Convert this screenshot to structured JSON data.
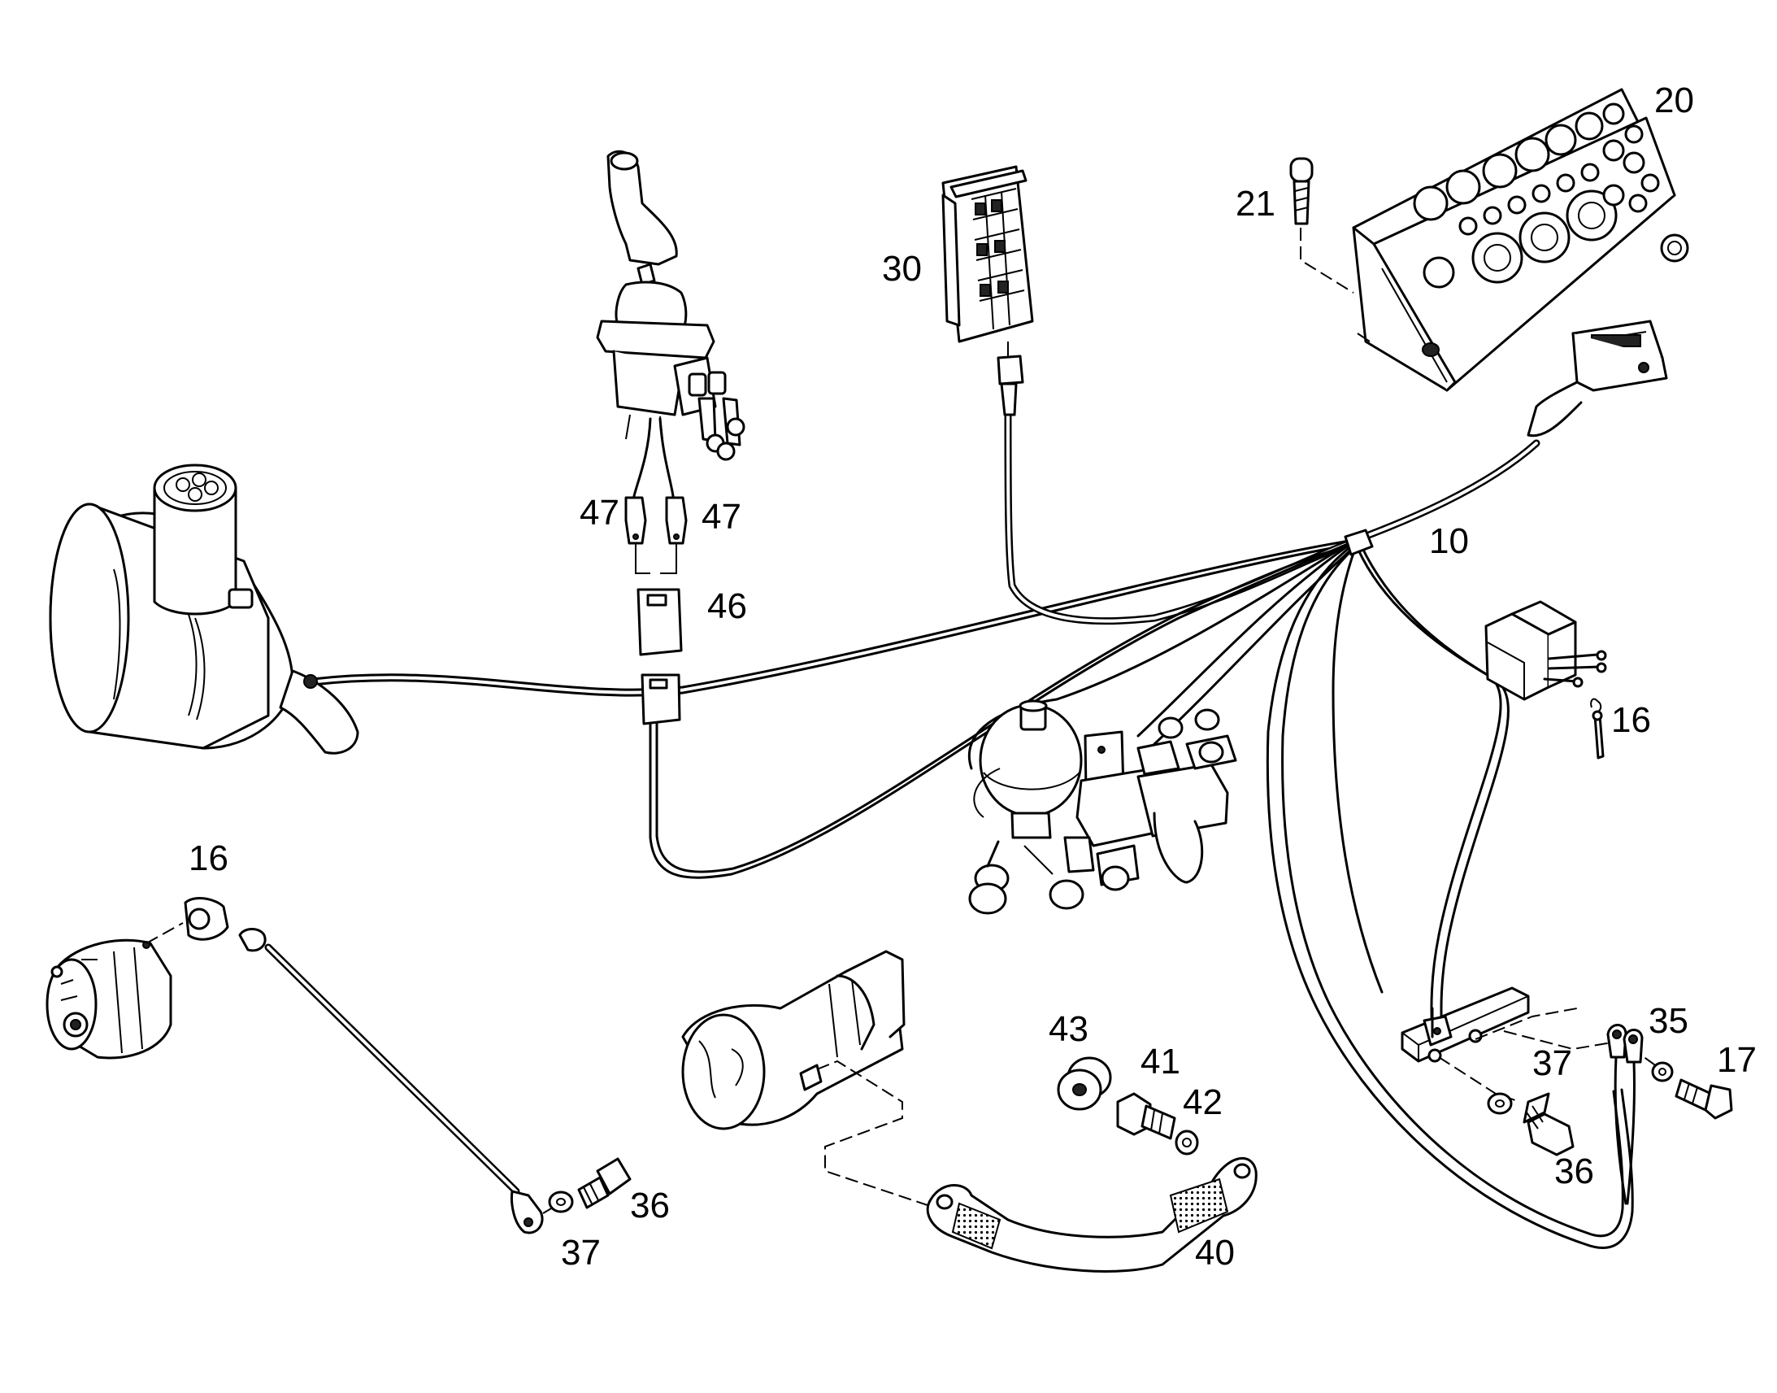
{
  "callouts": {
    "c10": "10",
    "c16a": "16",
    "c16b": "16",
    "c17": "17",
    "c20": "20",
    "c21": "21",
    "c30": "30",
    "c35": "35",
    "c36a": "36",
    "c36b": "36",
    "c37a": "37",
    "c37b": "37",
    "c40": "40",
    "c41": "41",
    "c42": "42",
    "c43": "43",
    "c46": "46",
    "c47a": "47",
    "c47b": "47"
  },
  "colors": {
    "line": "#000000",
    "background": "#ffffff"
  }
}
